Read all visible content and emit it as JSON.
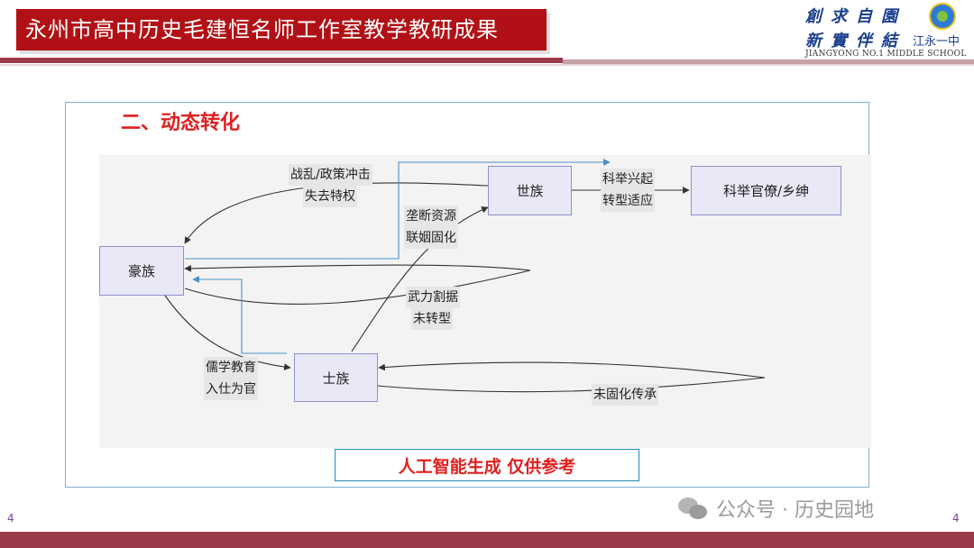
{
  "header": {
    "title": "永州市高中历史毛建恒名师工作室教学教研成果",
    "school_motto_line1": "創求自園",
    "school_motto_line2": "新實伴結",
    "school_name_cn": "江永一中",
    "school_name_en": "JIANGYONG NO.1 MIDDLE SCHOOL"
  },
  "section": {
    "title": "二、动态转化"
  },
  "diagram": {
    "nodes": {
      "haozu": "豪族",
      "shizu_clan": "世族",
      "shizu_scholar": "士族",
      "keju": "科举官僚/乡绅"
    },
    "edges": {
      "shi_to_hao_1": "战乱/政策冲击",
      "shi_to_hao_2": "失去特权",
      "shi_to_keju_1": "科举兴起",
      "shi_to_keju_2": "转型适应",
      "scholar_to_shi_1": "垄断资源",
      "scholar_to_shi_2": "联姻固化",
      "hao_loop_1": "武力割据",
      "hao_loop_2": "未转型",
      "hao_to_scholar_1": "儒学教育",
      "hao_to_scholar_2": "入仕为官",
      "scholar_loop": "未固化传承"
    }
  },
  "notice": "人工智能生成 仅供参考",
  "footer": {
    "page_left": "4",
    "page_right": "4",
    "watermark": "公众号 · 历史园地"
  },
  "colors": {
    "brand_red": "#b11116",
    "accent_maroon": "#9a3b4b",
    "node_fill": "#e8e8f7",
    "node_border": "#8f8fcf",
    "highlight_blue": "#4a90c8",
    "section_red": "#e02020"
  }
}
